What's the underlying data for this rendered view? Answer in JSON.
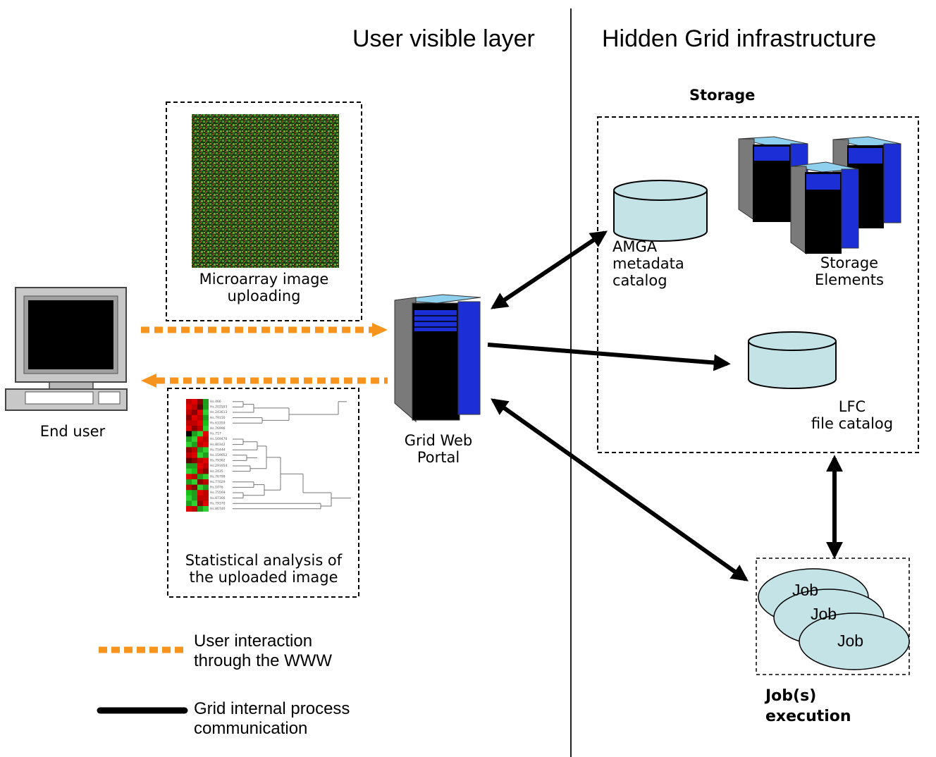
{
  "layers": {
    "user_visible": "User visible layer",
    "hidden_grid": "Hidden Grid infrastructure"
  },
  "storage": {
    "title": "Storage",
    "amga_label": [
      "AMGA",
      "metadata",
      "catalog"
    ],
    "storage_elements_label": [
      "Storage",
      "Elements"
    ],
    "lfc_label": [
      "LFC",
      "file catalog"
    ]
  },
  "microarray": {
    "label": [
      "Microarray image",
      "uploading"
    ]
  },
  "analysis": {
    "label": [
      "Statistical analysis of",
      "the uploaded image"
    ],
    "gene_labels": [
      "Hs.466",
      "Hs.202593",
      "Hs.243613",
      "Hs.79150",
      "Hs.63359",
      "Hs.76996",
      "Hs.717",
      "Hs.169476",
      "Hs.80342",
      "Hs.75444",
      "Hs.159652",
      "Hs.79362",
      "Hs.291654",
      "Hs.2435",
      "Hs.76799",
      "Hs.77029",
      "Hs.1076",
      "Hs.75569",
      "Hs.87166",
      "Hs.79370",
      "Hs.80740"
    ]
  },
  "end_user": {
    "label": "End user"
  },
  "portal": {
    "label": [
      "Grid Web",
      "Portal"
    ]
  },
  "jobs": {
    "items": [
      "Job",
      "Job",
      "Job"
    ],
    "label": [
      "Job(s)",
      "execution"
    ]
  },
  "legend": {
    "www": [
      "User interaction",
      "through the WWW"
    ],
    "grid": [
      "Grid internal process",
      "communication"
    ]
  },
  "colors": {
    "www_arrow": "#f7941d",
    "grid_arrow": "#000000",
    "cylinder_fill": "#c4e3e6",
    "ellipse_fill": "#c4e3e6",
    "server_blue": "#1c2fd6",
    "server_light": "#8fd0ef"
  }
}
